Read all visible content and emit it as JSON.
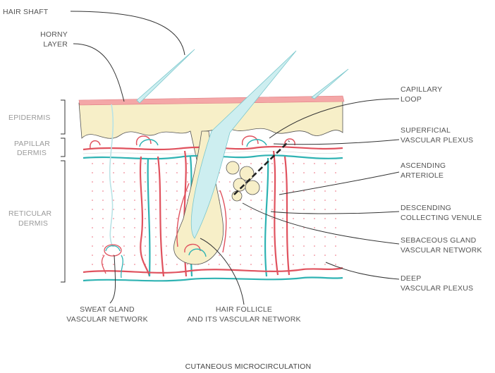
{
  "labels": {
    "hair_shaft": "HAIR SHAFT",
    "horny_layer": [
      "HORNY",
      "LAYER"
    ],
    "epidermis": "EPIDERMIS",
    "papillar_dermis": [
      "PAPILLAR",
      "DERMIS"
    ],
    "reticular_dermis": [
      "RETICULAR",
      "DERMIS"
    ],
    "capillary_loop": [
      "CAPILLARY",
      "LOOP"
    ],
    "superficial_plexus": [
      "SUPERFICIAL",
      "VASCULAR PLEXUS"
    ],
    "ascending_arteriole": [
      "ASCENDING",
      "ARTERIOLE"
    ],
    "descending_venule": [
      "DESCENDING",
      "COLLECTING VENULE"
    ],
    "sebaceous_network": [
      "SEBACEOUS GLAND",
      "VASCULAR NETWORK"
    ],
    "deep_plexus": [
      "DEEP",
      "VASCULAR PLEXUS"
    ],
    "sweat_gland_network": [
      "SWEAT GLAND",
      "VASCULAR NETWORK"
    ],
    "hair_follicle": [
      "HAIR FOLLICLE",
      "AND ITS VASCULAR NETWORK"
    ]
  },
  "title": "CUTANEOUS MICROCIRCULATION",
  "colors": {
    "epidermis_fill": "#f7efc8",
    "horny_layer": "#f4a7a7",
    "artery": "#e0525e",
    "vein": "#2fb3b3",
    "hair": "#cdeef0",
    "dots": "#f08a96",
    "leader": "#333333"
  }
}
